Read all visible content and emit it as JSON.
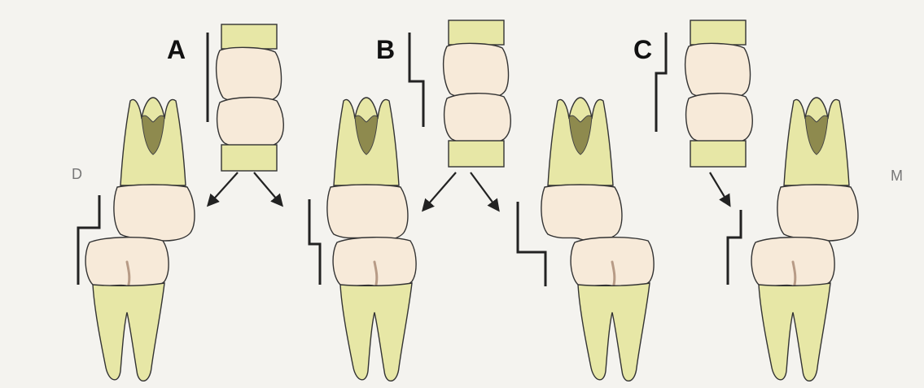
{
  "panels": [
    {
      "id": "A",
      "label": "A"
    },
    {
      "id": "B",
      "label": "B"
    },
    {
      "id": "C",
      "label": "C"
    }
  ],
  "side_labels": {
    "distal": "D",
    "mesial": "M"
  },
  "colors": {
    "background": "#f4f3ef",
    "root": "#e7e7a6",
    "crown": "#f7ead9",
    "pulp": "#8e8a4e",
    "line": "#222222"
  },
  "icons": [
    "down-left-arrow-icon",
    "down-right-arrow-icon",
    "terminal-plane-step-icon"
  ]
}
